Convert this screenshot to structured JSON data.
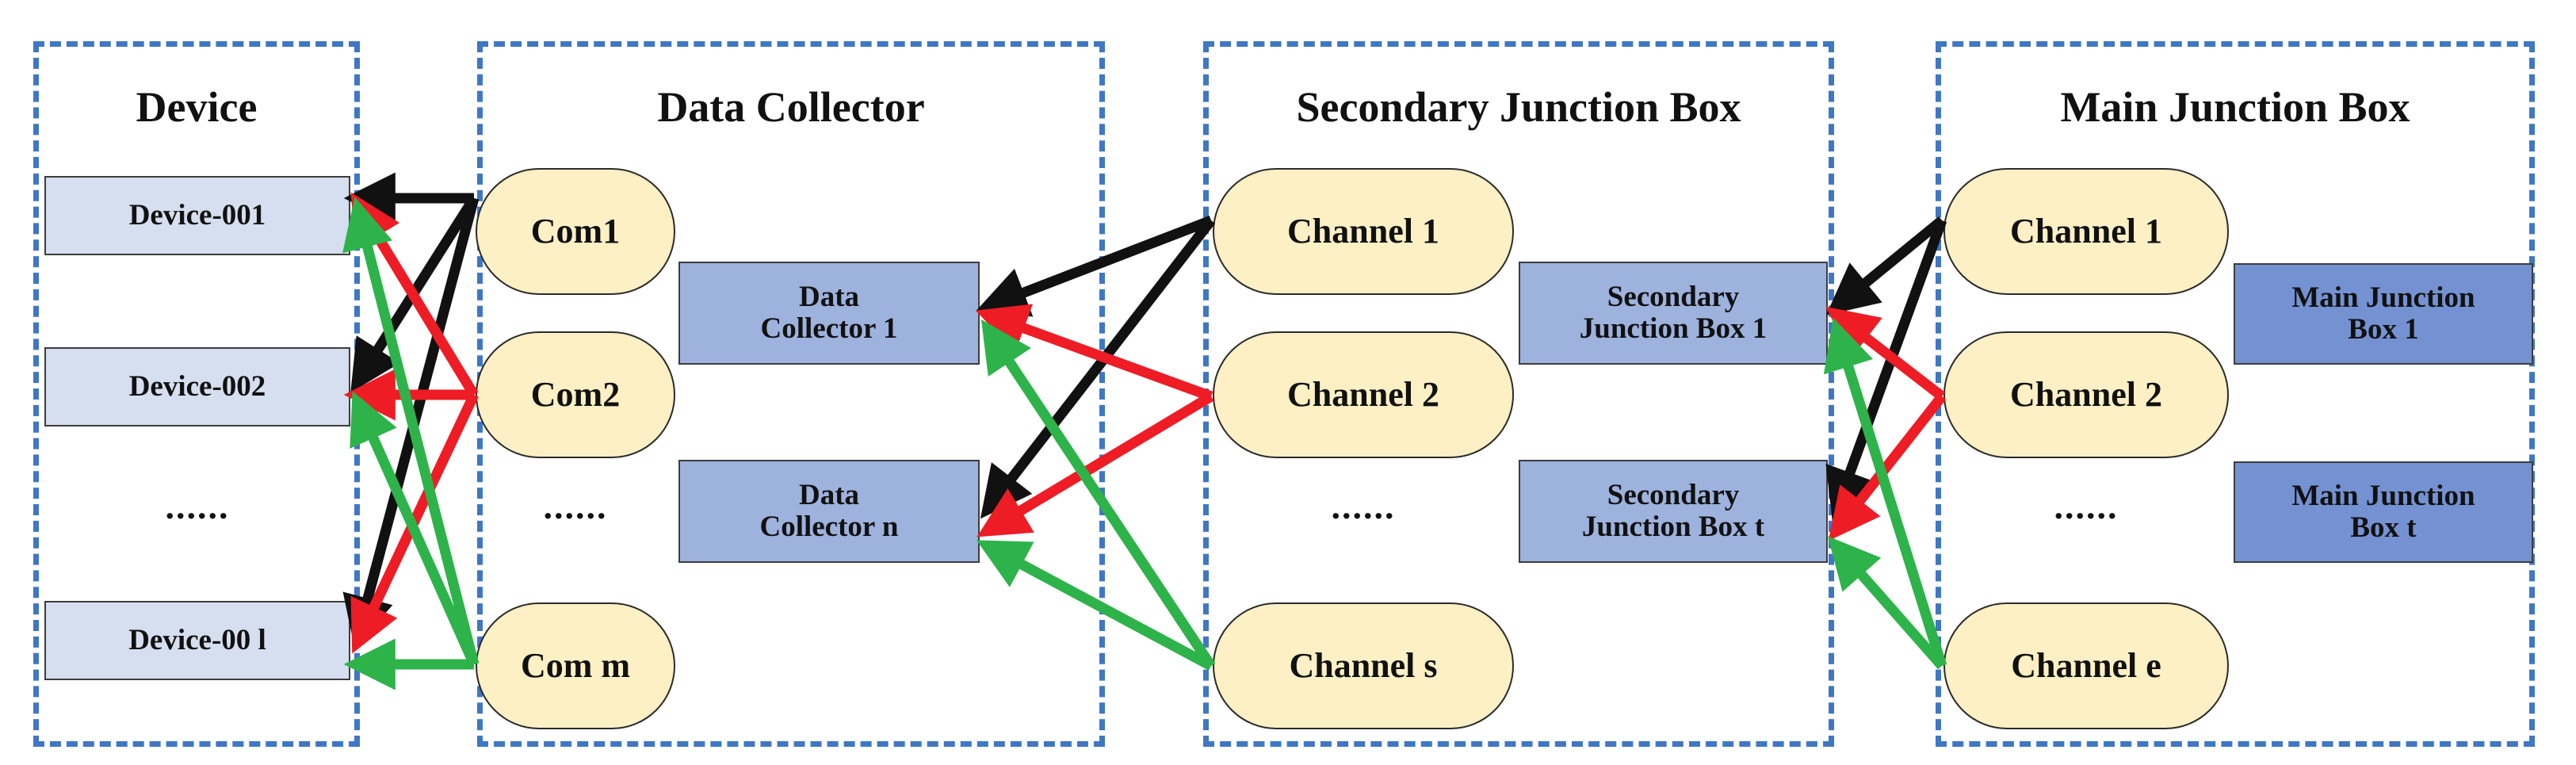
{
  "diagram": {
    "title": "Device / Data Collector / Junction Box communication topology",
    "colors": {
      "panel_border": "#3f77c4",
      "device_box_fill": "#d6dfef",
      "channel_pill_fill": "#fcf0c4",
      "secondary_box_fill": "#9db2dd",
      "main_box_fill": "#7492d2",
      "link_black": "#111111",
      "link_red": "#ee1c25",
      "link_green": "#2db34a"
    },
    "ellipsis": "......"
  },
  "panels": [
    {
      "id": "device",
      "title": "Device",
      "nodes": [
        {
          "label": "Device-001"
        },
        {
          "label": "Device-002"
        },
        {
          "label": "Device-00 l"
        }
      ]
    },
    {
      "id": "data-collector",
      "title": "Data Collector",
      "ports": [
        {
          "label": "Com1"
        },
        {
          "label": "Com2"
        },
        {
          "label": "Com m"
        }
      ],
      "units": [
        {
          "label": "Data Collector 1",
          "line1": "Data",
          "line2": "Collector 1"
        },
        {
          "label": "Data Collector n",
          "line1": "Data",
          "line2": "Collector n"
        }
      ]
    },
    {
      "id": "secondary-junction-box",
      "title": "Secondary Junction Box",
      "ports": [
        {
          "label": "Channel 1"
        },
        {
          "label": "Channel 2"
        },
        {
          "label": "Channel s"
        }
      ],
      "units": [
        {
          "label": "Secondary Junction Box 1",
          "line1": "Secondary",
          "line2": "Junction Box 1"
        },
        {
          "label": "Secondary Junction Box t",
          "line1": "Secondary",
          "line2": "Junction Box t"
        }
      ]
    },
    {
      "id": "main-junction-box",
      "title": "Main Junction Box",
      "ports": [
        {
          "label": "Channel 1"
        },
        {
          "label": "Channel 2"
        },
        {
          "label": "Channel e"
        }
      ],
      "units": [
        {
          "label": "Main Junction Box 1",
          "line1": "Main Junction",
          "line2": "Box 1"
        },
        {
          "label": "Main Junction Box t",
          "line1": "Main Junction",
          "line2": "Box t"
        }
      ]
    }
  ],
  "chart_data": {
    "type": "diagram",
    "node_groups": [
      "Device",
      "Data Collector",
      "Secondary Junction Box",
      "Main Junction Box"
    ],
    "edges": [
      {
        "from": "Com1",
        "to": "Device-001",
        "color": "black"
      },
      {
        "from": "Com1",
        "to": "Device-002",
        "color": "black"
      },
      {
        "from": "Com1",
        "to": "Device-00 l",
        "color": "black"
      },
      {
        "from": "Com2",
        "to": "Device-001",
        "color": "red"
      },
      {
        "from": "Com2",
        "to": "Device-002",
        "color": "red"
      },
      {
        "from": "Com2",
        "to": "Device-00 l",
        "color": "red"
      },
      {
        "from": "Com m",
        "to": "Device-001",
        "color": "green"
      },
      {
        "from": "Com m",
        "to": "Device-002",
        "color": "green"
      },
      {
        "from": "Com m",
        "to": "Device-00 l",
        "color": "green"
      },
      {
        "from": "SJB Channel 1",
        "to": "Data Collector 1",
        "color": "black"
      },
      {
        "from": "SJB Channel 1",
        "to": "Data Collector n",
        "color": "black"
      },
      {
        "from": "SJB Channel 2",
        "to": "Data Collector 1",
        "color": "red"
      },
      {
        "from": "SJB Channel 2",
        "to": "Data Collector n",
        "color": "red"
      },
      {
        "from": "SJB Channel s",
        "to": "Data Collector 1",
        "color": "green"
      },
      {
        "from": "SJB Channel s",
        "to": "Data Collector n",
        "color": "green"
      },
      {
        "from": "MJB Channel 1",
        "to": "Secondary Junction Box 1",
        "color": "black"
      },
      {
        "from": "MJB Channel 1",
        "to": "Secondary Junction Box t",
        "color": "black"
      },
      {
        "from": "MJB Channel 2",
        "to": "Secondary Junction Box 1",
        "color": "red"
      },
      {
        "from": "MJB Channel 2",
        "to": "Secondary Junction Box t",
        "color": "red"
      },
      {
        "from": "MJB Channel e",
        "to": "Secondary Junction Box 1",
        "color": "green"
      },
      {
        "from": "MJB Channel e",
        "to": "Secondary Junction Box t",
        "color": "green"
      }
    ]
  }
}
